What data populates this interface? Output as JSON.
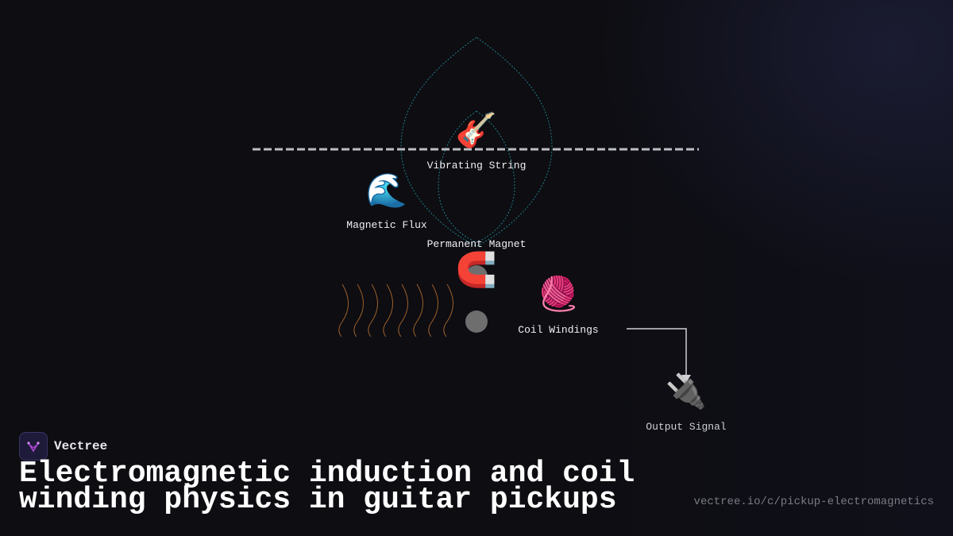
{
  "nodes": {
    "string": {
      "emoji": "🎸",
      "label": "Vibrating String"
    },
    "flux": {
      "emoji": "🌊",
      "label": "Magnetic Flux"
    },
    "magnet": {
      "emoji": "🧲",
      "label": "Permanent Magnet"
    },
    "coil": {
      "emoji": "🧶",
      "label": "Coil Windings"
    },
    "output": {
      "emoji": "🔌",
      "label": "Output Signal"
    }
  },
  "brand": {
    "name": "Vectree"
  },
  "title": "Electromagnetic induction and coil winding physics in guitar pickups",
  "url": "vectree.io/c/pickup-electromagnetics",
  "colors": {
    "background": "#0d0d12",
    "string_line": "#bdbdc4",
    "field_lines": "#1f7f86",
    "coil_waves": "#a0612a",
    "connector": "#cfcfd6",
    "pole": "#6e6e6e",
    "brand_accent": "#b04ad8"
  }
}
